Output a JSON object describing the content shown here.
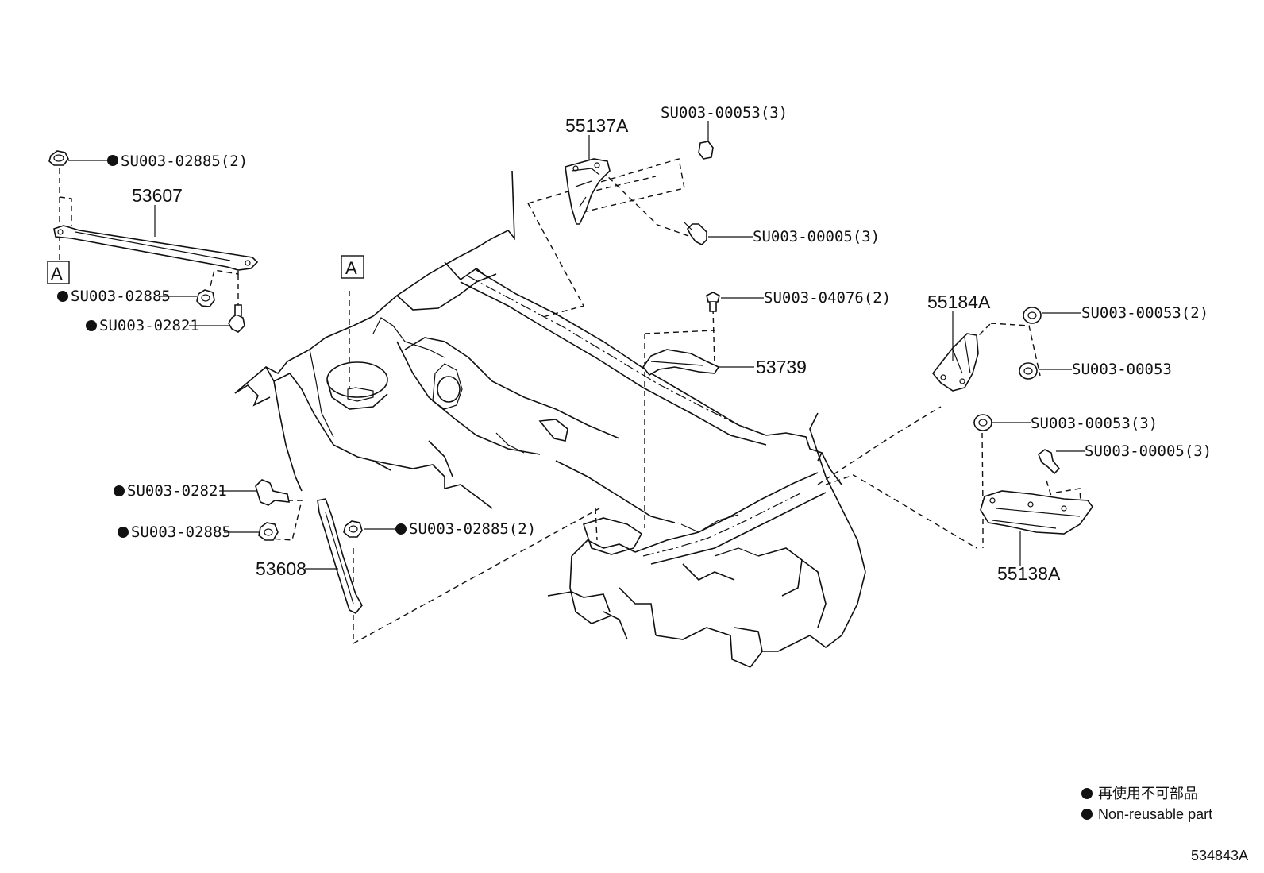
{
  "callouts": {
    "c01": "SU003-02885(2)",
    "c02": "53607",
    "c03": "SU003-02885",
    "c04": "SU003-02821",
    "c05": "55137A",
    "c06": "SU003-00053(3)",
    "c07": "SU003-00005(3)",
    "c08": "SU003-04076(2)",
    "c09": "53739",
    "c10": "55184A",
    "c11": "SU003-00053(2)",
    "c12": "SU003-00053",
    "c13": "SU003-00053(3)",
    "c14": "SU003-00005(3)",
    "c15": "55138A",
    "c16": "SU003-02821",
    "c17": "SU003-02885",
    "c18": "SU003-02885(2)",
    "c19": "53608"
  },
  "reference_marks": {
    "left": "A",
    "center": "A"
  },
  "legend": {
    "line1": "再使用不可部品",
    "line2": "Non-reusable part"
  },
  "diagram_id": "534843A",
  "colors": {
    "line": "#111111",
    "background": "#ffffff"
  }
}
